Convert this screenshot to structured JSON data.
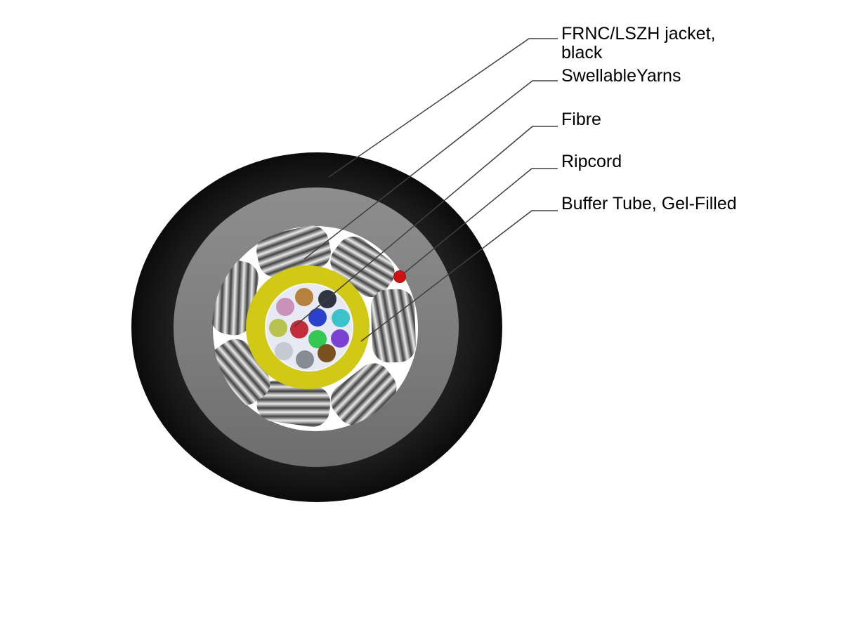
{
  "page": {
    "background": "#ffffff",
    "description": "Cross-section diagram of a 12-fibre gel-filled loose tube optical cable"
  },
  "callouts": {
    "jacket": {
      "label_line1": "FRNC/LSZH jacket,",
      "label_line2": "black"
    },
    "swellable_yarns": {
      "label": "SwellableYarns"
    },
    "fibre": {
      "label": "Fibre"
    },
    "ripcord": {
      "label": "Ripcord"
    },
    "buffer_tube": {
      "label": "Buffer Tube, Gel-Filled"
    }
  },
  "diagram": {
    "type": "fibre-optic-cable-cross-section",
    "fibre_count": 12,
    "yarn_bundle_count": 7,
    "colors": {
      "jacket_black": "#131313",
      "inner_sheath_gray": "#7f7f7f",
      "yarn_chamber_white": "#ffffff",
      "yarn_stripe_dark": "#424242",
      "yarn_stripe_light": "#eaeaea",
      "buffer_tube_yellow": "#d1c915",
      "tube_gel_lavender": "#e7eaf5",
      "ripcord_red": "#cf1313",
      "leader_line": "#3f3f3f"
    },
    "fibre_colors": [
      "#b5813c",
      "#2e3540",
      "#c892ba",
      "#2a41ce",
      "#3bc3cc",
      "#b8c24f",
      "#c22d39",
      "#32c852",
      "#7b41d2",
      "#c5c9d3",
      "#868c95",
      "#7a521f"
    ]
  }
}
